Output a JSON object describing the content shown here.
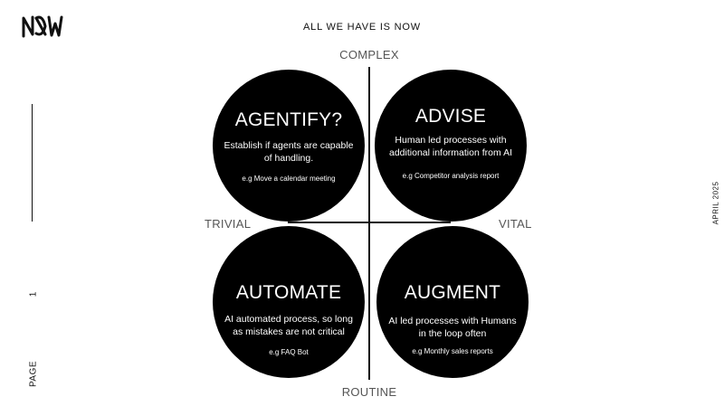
{
  "header": {
    "title": "ALL WE HAVE IS NOW"
  },
  "axes": {
    "top": "COMPLEX",
    "bottom": "ROUTINE",
    "left": "TRIVIAL",
    "right": "VITAL"
  },
  "quadrants": {
    "top_left": {
      "title": "AGENTIFY?",
      "description": "Establish if agents are capable of handling.",
      "example": "e.g Move a calendar meeting"
    },
    "top_right": {
      "title": "ADVISE",
      "description": "Human led processes with additional information from AI",
      "example": "e.g Competitor analysis report"
    },
    "bottom_left": {
      "title": "AUTOMATE",
      "description": "AI automated process, so long as mistakes are not critical",
      "example": "e.g FAQ Bot"
    },
    "bottom_right": {
      "title": "AUGMENT",
      "description": "AI led processes with Humans in the loop often",
      "example": "e.g Monthly sales reports"
    }
  },
  "sidebar": {
    "page_label": "PAGE",
    "page_number": "1"
  },
  "date_label": "APRIL 2025",
  "colors": {
    "circle": "#000000",
    "text_on_circle": "#ffffff",
    "axis_label": "#555555"
  },
  "icons": {
    "logo": "now-logo-icon"
  }
}
